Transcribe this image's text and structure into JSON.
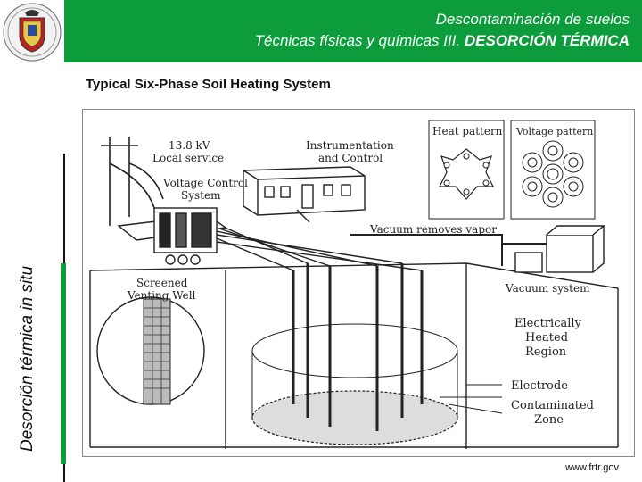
{
  "header": {
    "title_line1": "Descontaminación de suelos",
    "title_line2_prefix": "Técnicas físicas y químicas III. ",
    "title_line2_bold": "DESORCIÓN TÉRMICA"
  },
  "side_title": "Desorción térmica in situ",
  "subtitle": "Typical Six-Phase Soil Heating System",
  "diagram": {
    "labels": {
      "service": "13.8 kV",
      "service2": "Local service",
      "voltage_control": "Voltage Control",
      "voltage_control2": "System",
      "instrumentation": "Instrumentation",
      "instrumentation2": "and Control",
      "heat_pattern": "Heat pattern",
      "voltage_pattern": "Voltage pattern",
      "vacuum_vapor": "Vacuum removes vapor",
      "vacuum_system": "Vacuum system",
      "screened": "Screened",
      "venting_well": "Venting Well",
      "heated1": "Electrically",
      "heated2": "Heated",
      "heated3": "Region",
      "electrode": "Electrode",
      "contaminated1": "Contaminated",
      "contaminated2": "Zone"
    }
  },
  "credit": "www.frtr.gov",
  "colors": {
    "accent": "#0c9c3c"
  }
}
